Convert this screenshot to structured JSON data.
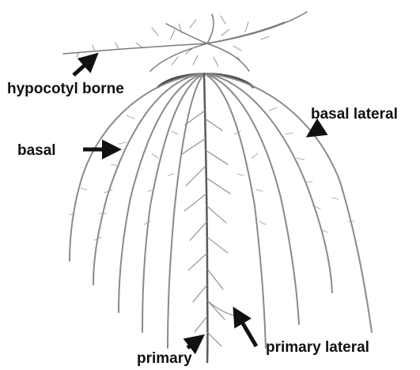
{
  "labels": {
    "hypocotyl_borne": "hypocotyl borne",
    "basal": "basal",
    "basal_lateral": "basal lateral",
    "primary": "primary",
    "primary_lateral": "primary lateral"
  },
  "colors": {
    "root": "#8a8a8a",
    "root_dark": "#5a5a5a",
    "text": "#111111",
    "arrow": "#111111"
  }
}
